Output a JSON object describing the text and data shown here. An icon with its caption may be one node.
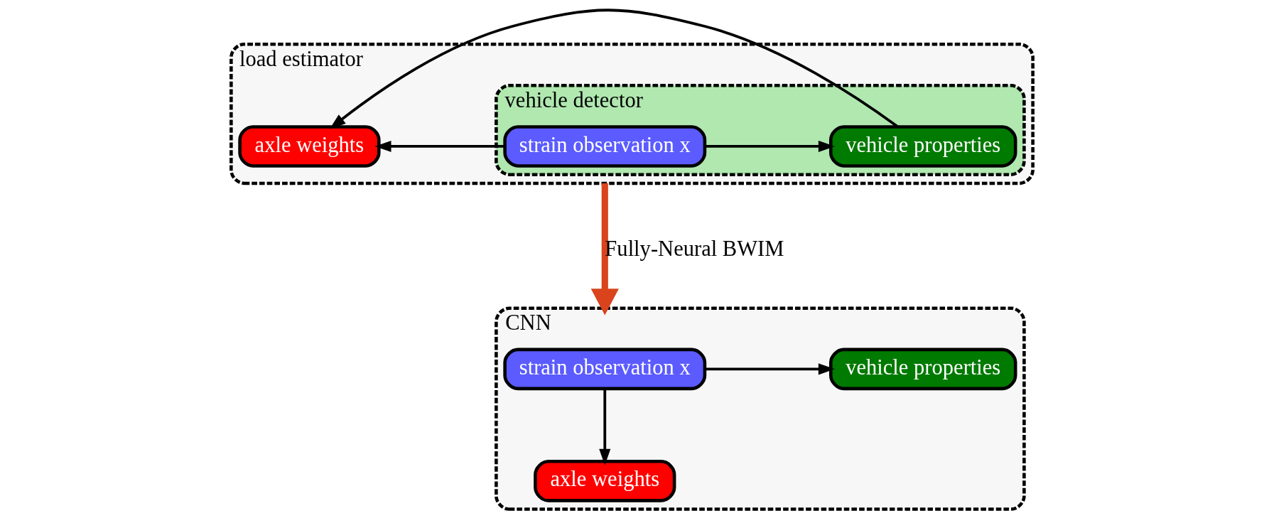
{
  "diagram": {
    "nodes": [
      {
        "text": [
          "load estimator"
        ]
      },
      {
        "text": [
          "vehicle detector"
        ],
        "in": 0
      },
      {
        "text": [
          "strain observation x"
        ],
        "in": 1
      },
      {
        "text": [
          "vehicle properties"
        ],
        "in": 1
      },
      {
        "text": [
          "axle weights"
        ],
        "in": 0
      },
      {
        "text": [
          "CNN"
        ]
      },
      {
        "text": [
          "strain observation x"
        ],
        "in": 5
      },
      {
        "text": [
          "vehicle properties"
        ],
        "in": 5
      },
      {
        "text": [
          "axle weights"
        ],
        "in": 5
      }
    ],
    "edges": [
      {
        "from": 2,
        "to": 3,
        "arrow": "to"
      },
      {
        "from": 3,
        "to": 4,
        "arrow": "to"
      },
      {
        "from": 2,
        "to": 4,
        "arrow": "to"
      },
      {
        "from": 0,
        "to": 5,
        "arrow": "to",
        "label": "Fully-Neural BWIM",
        "style": "thick",
        "color": "#d9441c"
      },
      {
        "from": 6,
        "to": 7,
        "arrow": "to"
      },
      {
        "from": 6,
        "to": 8,
        "arrow": "to"
      }
    ]
  }
}
